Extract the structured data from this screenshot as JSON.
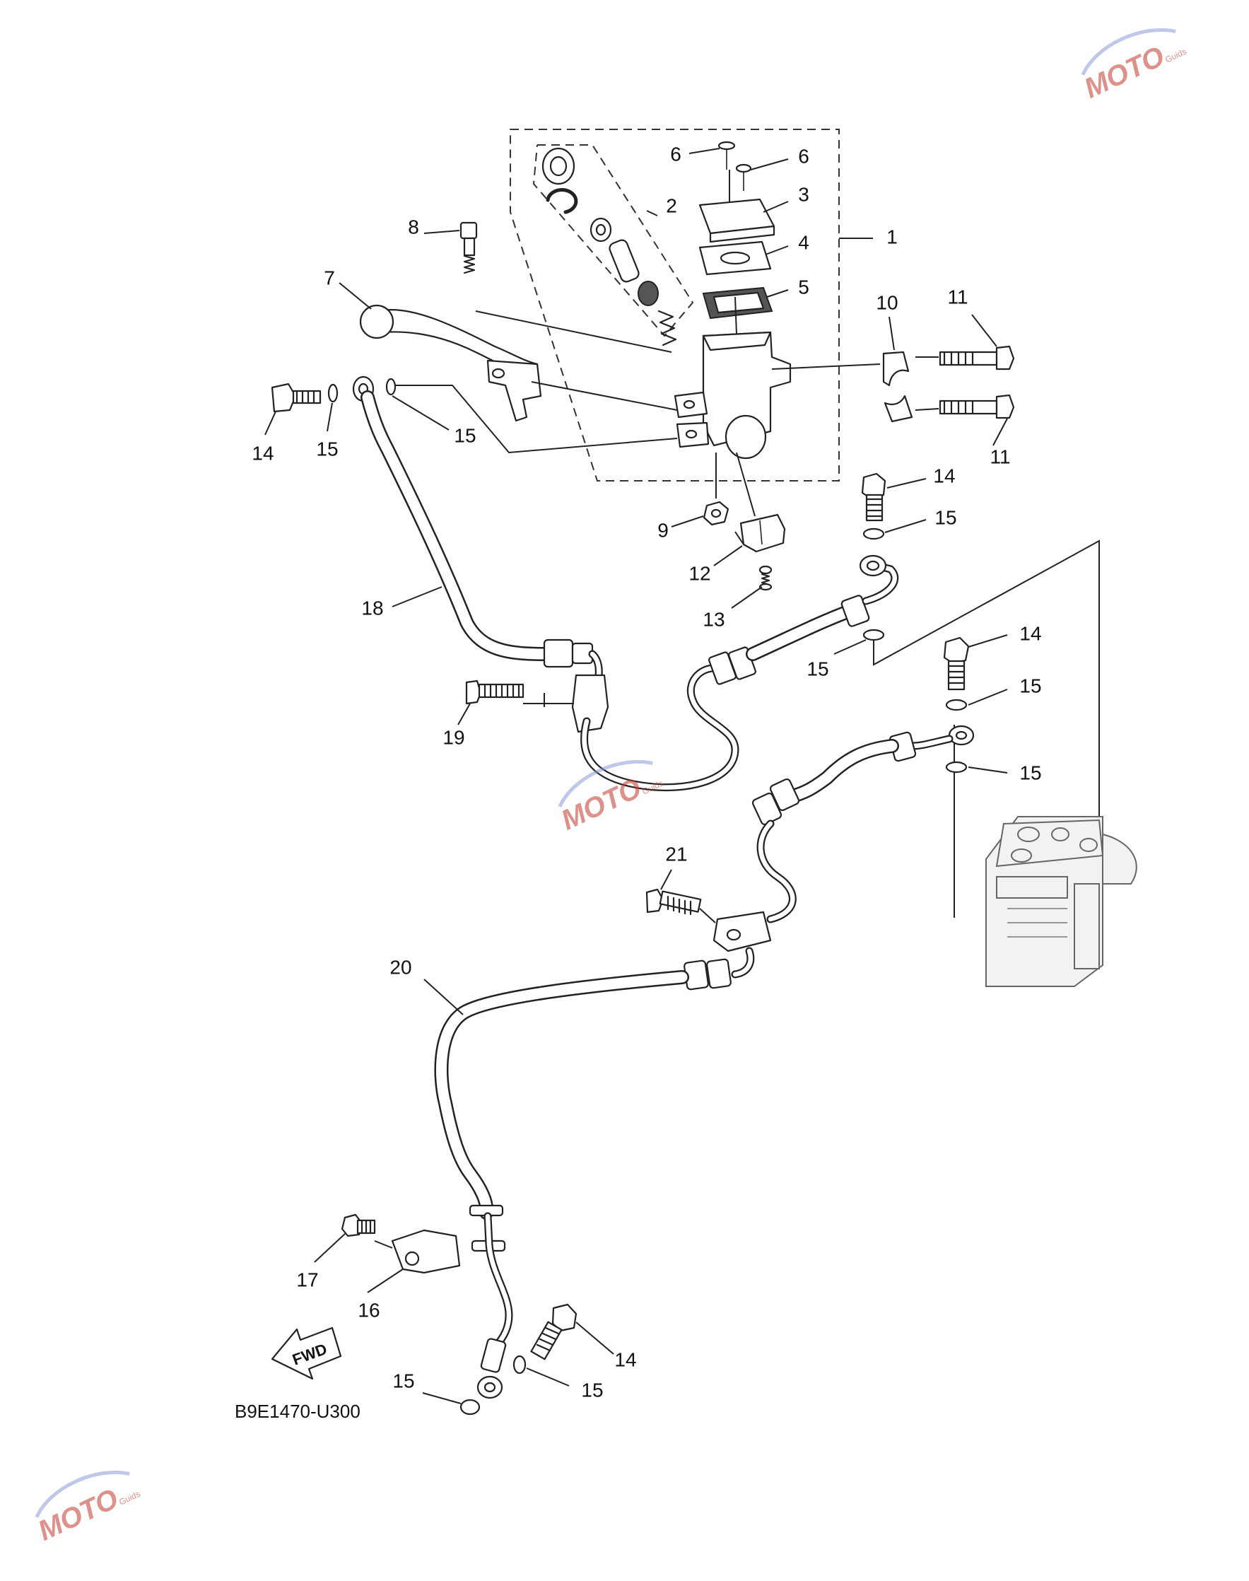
{
  "diagram_code": "B9E1470-U300",
  "fwd_label": "FWD",
  "watermark": {
    "brand": "MOTO",
    "tagline": "Guids",
    "color": "#c0392b"
  },
  "callouts": [
    {
      "id": "c1",
      "label": "1"
    },
    {
      "id": "c2",
      "label": "2"
    },
    {
      "id": "c3",
      "label": "3"
    },
    {
      "id": "c4",
      "label": "4"
    },
    {
      "id": "c5",
      "label": "5"
    },
    {
      "id": "c6a",
      "label": "6"
    },
    {
      "id": "c6b",
      "label": "6"
    },
    {
      "id": "c7",
      "label": "7"
    },
    {
      "id": "c8",
      "label": "8"
    },
    {
      "id": "c9",
      "label": "9"
    },
    {
      "id": "c10",
      "label": "10"
    },
    {
      "id": "c11a",
      "label": "11"
    },
    {
      "id": "c11b",
      "label": "11"
    },
    {
      "id": "c12",
      "label": "12"
    },
    {
      "id": "c13",
      "label": "13"
    },
    {
      "id": "c14a",
      "label": "14"
    },
    {
      "id": "c14b",
      "label": "14"
    },
    {
      "id": "c14c",
      "label": "14"
    },
    {
      "id": "c14d",
      "label": "14"
    },
    {
      "id": "c15a",
      "label": "15"
    },
    {
      "id": "c15b",
      "label": "15"
    },
    {
      "id": "c15c",
      "label": "15"
    },
    {
      "id": "c15d",
      "label": "15"
    },
    {
      "id": "c15e",
      "label": "15"
    },
    {
      "id": "c15f",
      "label": "15"
    },
    {
      "id": "c15g",
      "label": "15"
    },
    {
      "id": "c15h",
      "label": "15"
    },
    {
      "id": "c16",
      "label": "16"
    },
    {
      "id": "c17",
      "label": "17"
    },
    {
      "id": "c18",
      "label": "18"
    },
    {
      "id": "c19",
      "label": "19"
    },
    {
      "id": "c20",
      "label": "20"
    },
    {
      "id": "c21",
      "label": "21"
    }
  ]
}
